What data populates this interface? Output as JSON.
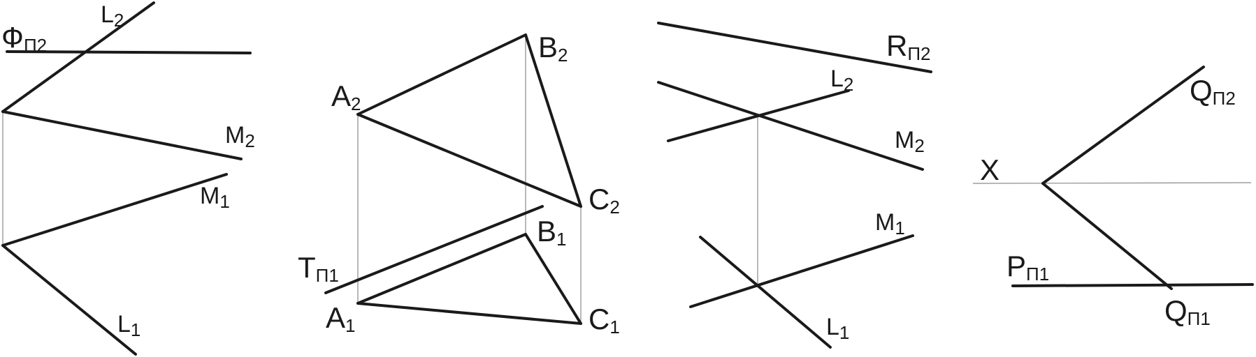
{
  "figures": [
    {
      "labels": {
        "f_main": "Ф",
        "f_sub": "П2",
        "l2_main": "L",
        "l2_sub": "2",
        "m2_main": "M",
        "m2_sub": "2",
        "m1_main": "M",
        "m1_sub": "1",
        "l1_main": "L",
        "l1_sub": "1"
      }
    },
    {
      "labels": {
        "a2_main": "A",
        "a2_sub": "2",
        "b2_main": "B",
        "b2_sub": "2",
        "c2_main": "C",
        "c2_sub": "2",
        "t_main": "T",
        "t_sub": "П1",
        "b1_main": "B",
        "b1_sub": "1",
        "a1_main": "A",
        "a1_sub": "1",
        "c1_main": "C",
        "c1_sub": "1"
      }
    },
    {
      "labels": {
        "r_main": "R",
        "r_sub": "П2",
        "l2_main": "L",
        "l2_sub": "2",
        "m2_main": "M",
        "m2_sub": "2",
        "m1_main": "M",
        "m1_sub": "1",
        "l1_main": "L",
        "l1_sub": "1"
      }
    },
    {
      "labels": {
        "q2_main": "Q",
        "q2_sub": "П2",
        "x": "X",
        "p_main": "P",
        "p_sub": "П1",
        "q1_main": "Q",
        "q1_sub": "П1"
      }
    }
  ]
}
